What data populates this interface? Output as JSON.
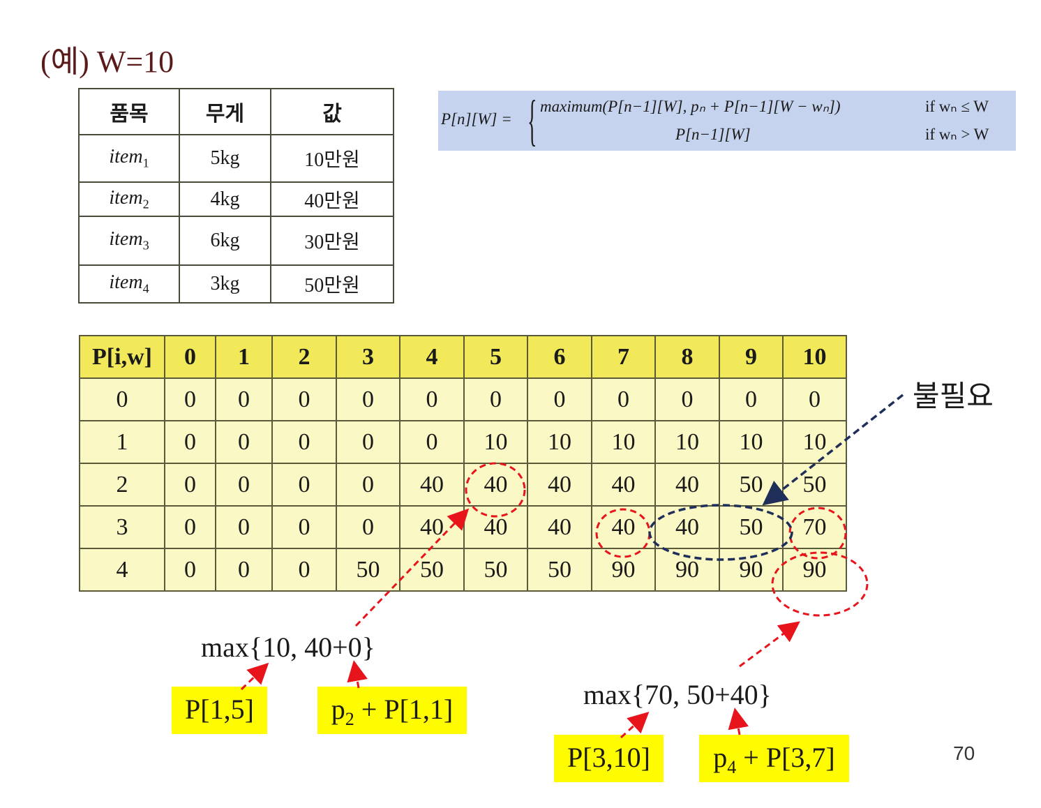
{
  "title": "(예) W=10",
  "item_table": {
    "headers": [
      "품목",
      "무게",
      "값"
    ],
    "rows": [
      {
        "name": "item",
        "sub": "1",
        "weight": "5kg",
        "value": "10만원"
      },
      {
        "name": "item",
        "sub": "2",
        "weight": "4kg",
        "value": "40만원"
      },
      {
        "name": "item",
        "sub": "3",
        "weight": "6kg",
        "value": "30만원"
      },
      {
        "name": "item",
        "sub": "4",
        "weight": "3kg",
        "value": "50만원"
      }
    ]
  },
  "formula": {
    "lhs": "P[n][W] =",
    "case1": "maximum(P[n−1][W],   pₙ + P[n−1][W − wₙ])",
    "case2": "P[n−1][W]",
    "cond1": "if wₙ ≤ W",
    "cond2": "if wₙ > W"
  },
  "dp_table": {
    "corner": "P[i,w]",
    "columns": [
      "0",
      "1",
      "2",
      "3",
      "4",
      "5",
      "6",
      "7",
      "8",
      "9",
      "10"
    ],
    "rows": [
      {
        "i": "0",
        "values": [
          "0",
          "0",
          "0",
          "0",
          "0",
          "0",
          "0",
          "0",
          "0",
          "0",
          "0"
        ]
      },
      {
        "i": "1",
        "values": [
          "0",
          "0",
          "0",
          "0",
          "0",
          "10",
          "10",
          "10",
          "10",
          "10",
          "10"
        ]
      },
      {
        "i": "2",
        "values": [
          "0",
          "0",
          "0",
          "0",
          "40",
          "40",
          "40",
          "40",
          "40",
          "50",
          "50"
        ]
      },
      {
        "i": "3",
        "values": [
          "0",
          "0",
          "0",
          "0",
          "40",
          "40",
          "40",
          "40",
          "40",
          "50",
          "70"
        ]
      },
      {
        "i": "4",
        "values": [
          "0",
          "0",
          "0",
          "50",
          "50",
          "50",
          "50",
          "90",
          "90",
          "90",
          "90"
        ]
      }
    ]
  },
  "annotations": {
    "max1": "max{10, 40+0}",
    "box1a": "P[1,5]",
    "box1b_p": "p",
    "box1b_sub": "2",
    "box1b_rest": " + P[1,1]",
    "max2": "max{70, 50+40}",
    "box2a": "P[3,10]",
    "box2b_p": "p",
    "box2b_sub": "4",
    "box2b_rest": " + P[3,7]",
    "unneeded": "불필요"
  },
  "page_number": "70",
  "colors": {
    "formula_bg": "#c5d3ee",
    "dp_header": "#f1e85a",
    "dp_cell": "#faf8c4",
    "highlight": "#fffb00",
    "red_marker": "#e8141c",
    "navy_marker": "#1f2f5a"
  }
}
